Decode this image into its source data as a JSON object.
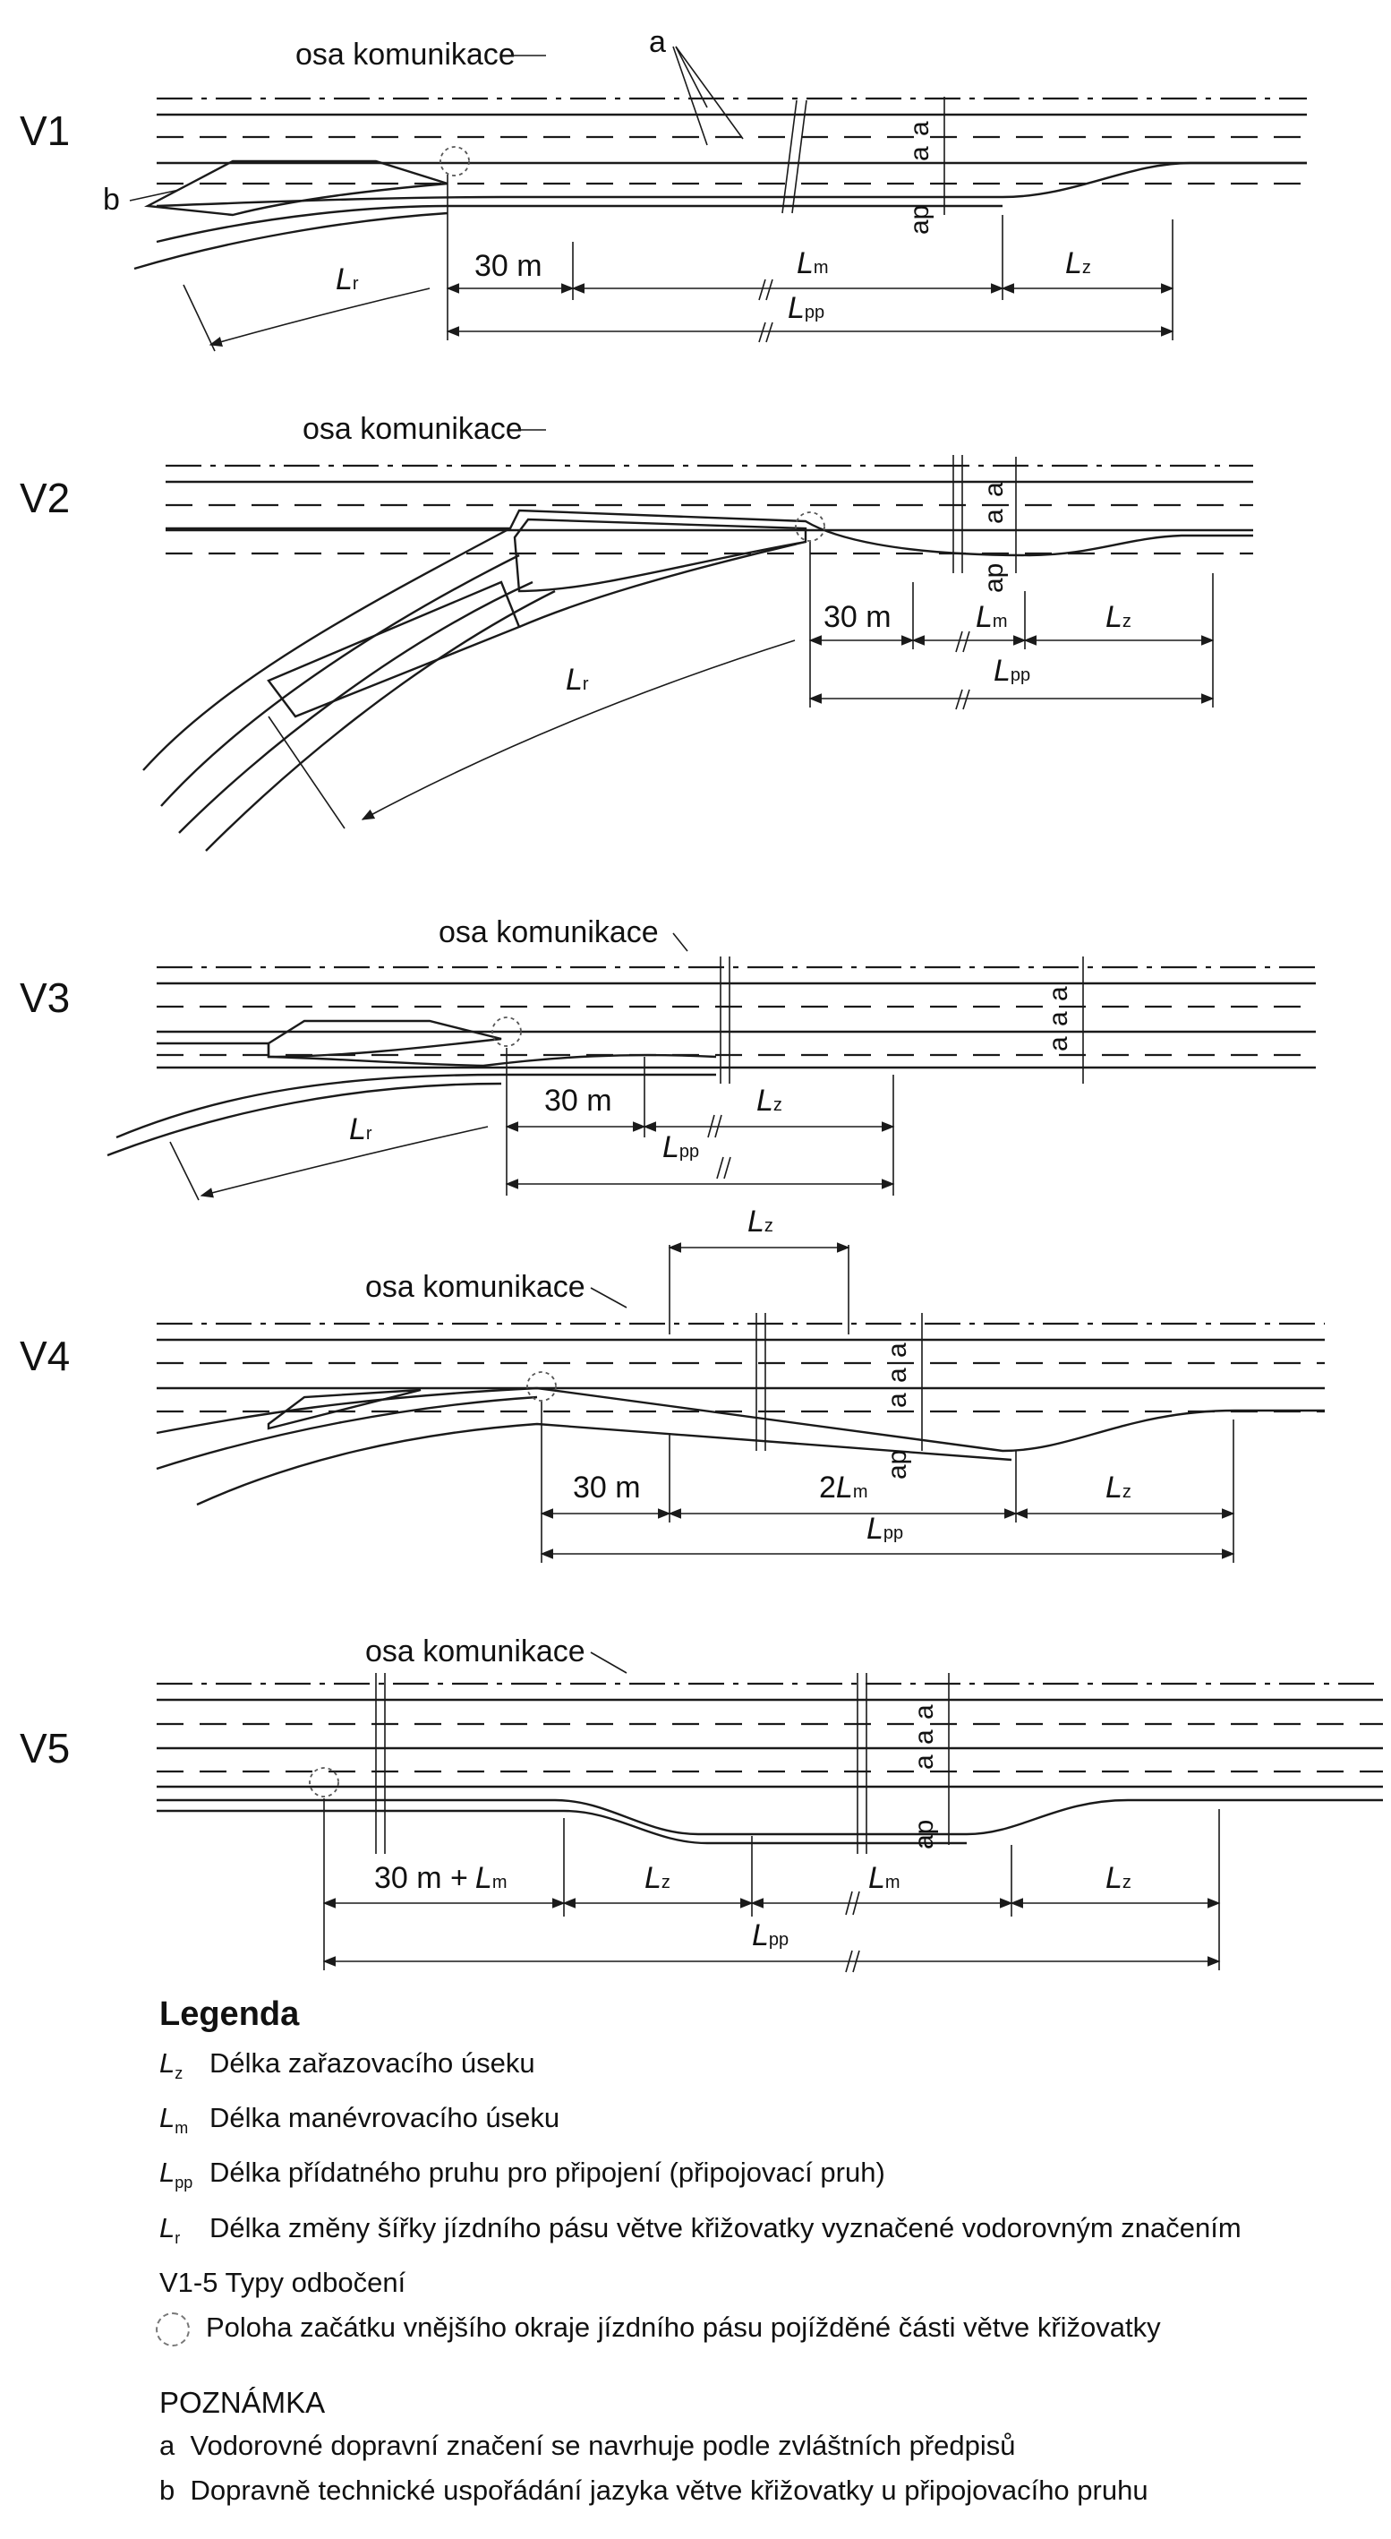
{
  "diagram": {
    "axis_label": "osa komunikace",
    "variants": [
      "V1",
      "V2",
      "V3",
      "V4",
      "V5"
    ],
    "marker_a": "a",
    "marker_b": "b",
    "ap_label": "ap",
    "dim_30m": "30 m",
    "dim_30m_plus": "30 m +",
    "two": "2",
    "sym": {
      "Lr": "L",
      "Lr_sub": "r",
      "Lm": "L",
      "Lm_sub": "m",
      "Lz": "L",
      "Lz_sub": "z",
      "Lpp": "L",
      "Lpp_sub": "pp"
    }
  },
  "legend": {
    "title": "Legenda",
    "items": [
      {
        "sym": "L",
        "sub": "z",
        "text": "Délka zařazovacího úseku"
      },
      {
        "sym": "L",
        "sub": "m",
        "text": "Délka manévrovacího úseku"
      },
      {
        "sym": "L",
        "sub": "pp",
        "text": "Délka přídatného pruhu pro připojení (připojovací pruh)"
      },
      {
        "sym": "L",
        "sub": "r",
        "text": "Délka změny šířky jízdního pásu větve křižovatky vyznačené vodorovným značením"
      }
    ],
    "types": "V1-5   Typy odbočení",
    "circle_text": "Poloha začátku vnějšího okraje jízdního pásu pojížděné části větve křižovatky"
  },
  "note": {
    "title": "POZNÁMKA",
    "items": [
      {
        "mark": "a",
        "text": "Vodorovné dopravní značení se navrhuje podle zvláštních předpisů"
      },
      {
        "mark": "b",
        "text": "Dopravně technické uspořádání jazyka větve křižovatky u připojovacího pruhu"
      }
    ]
  }
}
